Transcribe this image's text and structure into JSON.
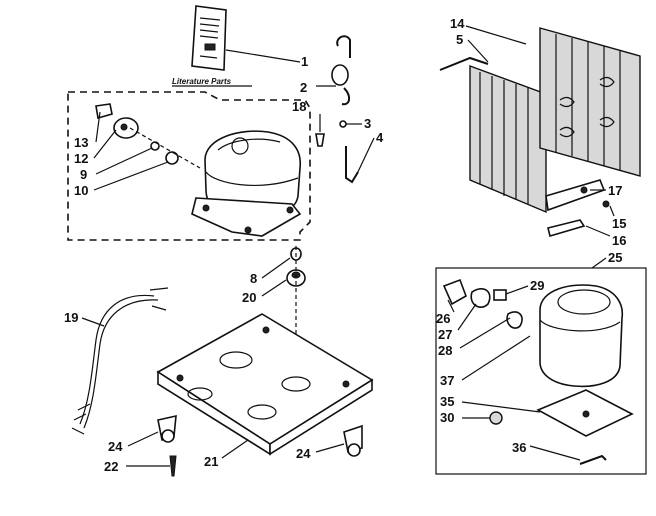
{
  "caption": "Literature Parts",
  "labels": {
    "p1": "1",
    "p2": "2",
    "p3": "3",
    "p4": "4",
    "p5": "5",
    "p8": "8",
    "p9": "9",
    "p10": "10",
    "p12": "12",
    "p13": "13",
    "p14": "14",
    "p15": "15",
    "p16": "16",
    "p17": "17",
    "p18": "18",
    "p19": "19",
    "p20": "20",
    "p21": "21",
    "p22": "22",
    "p24a": "24",
    "p24b": "24",
    "p25": "25",
    "p26": "26",
    "p27": "27",
    "p28": "28",
    "p29": "29",
    "p30": "30",
    "p35": "35",
    "p36": "36",
    "p37": "37"
  }
}
